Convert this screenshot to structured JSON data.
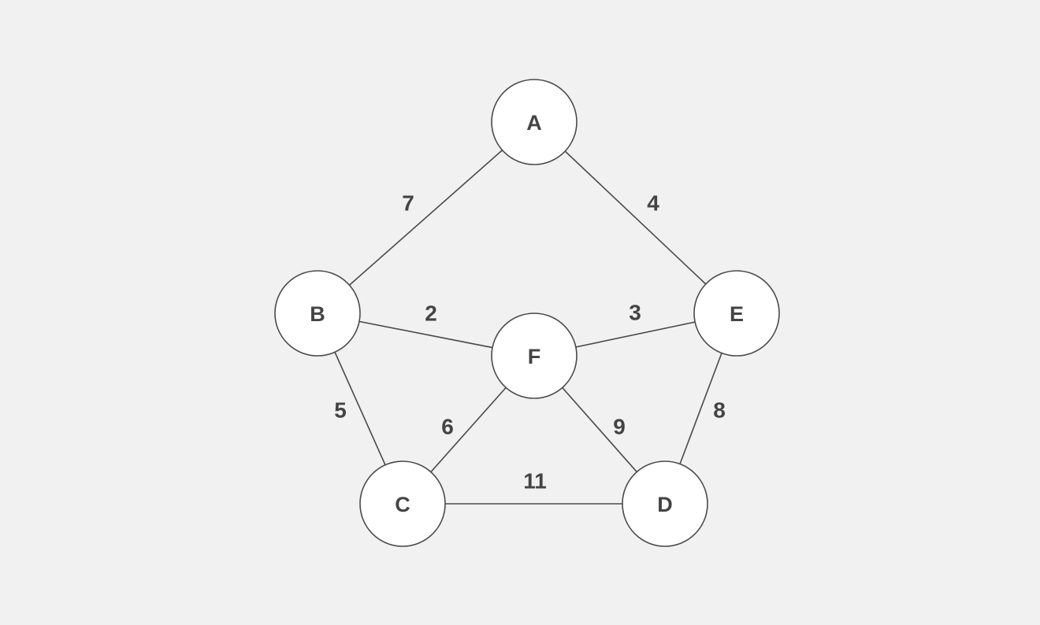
{
  "graph": {
    "colors": {
      "background": "#f1f1f1",
      "node_fill": "#ffffff",
      "stroke": "#4a4a4a",
      "text": "#444444"
    },
    "nodes": [
      {
        "id": "A",
        "label": "A"
      },
      {
        "id": "B",
        "label": "B"
      },
      {
        "id": "C",
        "label": "C"
      },
      {
        "id": "D",
        "label": "D"
      },
      {
        "id": "E",
        "label": "E"
      },
      {
        "id": "F",
        "label": "F"
      }
    ],
    "edges": [
      {
        "from": "A",
        "to": "B",
        "weight": "7"
      },
      {
        "from": "A",
        "to": "E",
        "weight": "4"
      },
      {
        "from": "B",
        "to": "F",
        "weight": "2"
      },
      {
        "from": "F",
        "to": "E",
        "weight": "3"
      },
      {
        "from": "B",
        "to": "C",
        "weight": "5"
      },
      {
        "from": "F",
        "to": "C",
        "weight": "6"
      },
      {
        "from": "F",
        "to": "D",
        "weight": "9"
      },
      {
        "from": "E",
        "to": "D",
        "weight": "8"
      },
      {
        "from": "C",
        "to": "D",
        "weight": "11"
      }
    ]
  }
}
